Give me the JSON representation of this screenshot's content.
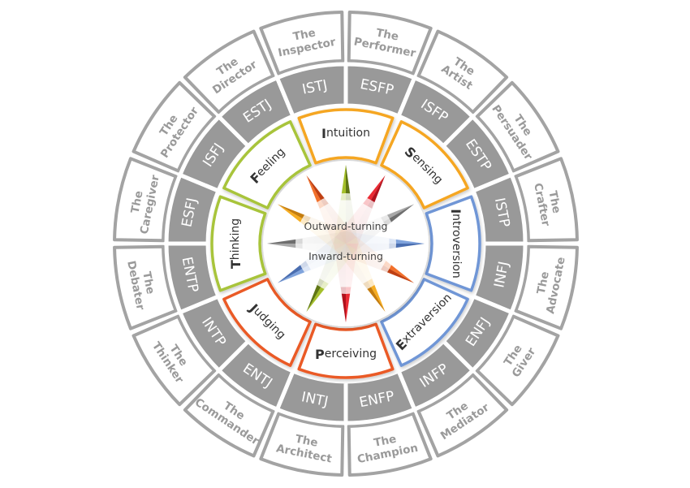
{
  "outer_ring": [
    {
      "line1": "The",
      "line2": "Performer",
      "code": "ESFP"
    },
    {
      "line1": "The",
      "line2": "Artist",
      "code": "ISFP"
    },
    {
      "line1": "The",
      "line2": "Persuader",
      "code": "ESTP"
    },
    {
      "line1": "The",
      "line2": "Crafter",
      "code": "ISTP"
    },
    {
      "line1": "The",
      "line2": "Advocate",
      "code": "INFJ"
    },
    {
      "line1": "The",
      "line2": "Giver",
      "code": "ENFJ"
    },
    {
      "line1": "The",
      "line2": "Mediator",
      "code": "INFP"
    },
    {
      "line1": "The",
      "line2": "Champion",
      "code": "ENFP"
    },
    {
      "line1": "The",
      "line2": "Architect",
      "code": "INTJ"
    },
    {
      "line1": "The",
      "line2": "Commander",
      "code": "ENTJ"
    },
    {
      "line1": "The",
      "line2": "Thinker",
      "code": "INTP"
    },
    {
      "line1": "The",
      "line2": "Debater",
      "code": "ENTP"
    },
    {
      "line1": "The",
      "line2": "Caregiver",
      "code": "ESFJ"
    },
    {
      "line1": "The",
      "line2": "Protector",
      "code": "ISFJ"
    },
    {
      "line1": "The",
      "line2": "Director",
      "code": "ESTJ"
    },
    {
      "line1": "The",
      "line2": "Inspector",
      "code": "ISTJ"
    }
  ],
  "inner_ring": [
    {
      "label": "Intuition",
      "color": "#f5a623"
    },
    {
      "label": "Sensing",
      "color": "#f5a623"
    },
    {
      "label": "Introversion",
      "color": "#6f96d6"
    },
    {
      "label": "Extraversion",
      "color": "#6f96d6"
    },
    {
      "label": "Perceiving",
      "color": "#ea5a25"
    },
    {
      "label": "Judging",
      "color": "#ea5a25"
    },
    {
      "label": "Thinking",
      "color": "#a8c43a"
    },
    {
      "label": "Feeling",
      "color": "#a8c43a"
    }
  ],
  "center": {
    "top": "Outward-turning",
    "bottom": "Inward-turning"
  },
  "colors": {
    "outer_border": "#a3a3a3",
    "outer_text": "#9a9a9a",
    "code_ring": "#999999"
  },
  "compass_points": [
    {
      "light": "#a4bf2a",
      "dark": "#5f7614"
    },
    {
      "light": "#ea2a33",
      "dark": "#b0111c"
    },
    {
      "light": "#a8a8a8",
      "dark": "#6e6e6e"
    },
    {
      "light": "#7fa3dc",
      "dark": "#4a6eb0"
    },
    {
      "light": "#f2702a",
      "dark": "#bf3f12"
    },
    {
      "light": "#f6ad22",
      "dark": "#c47c0e"
    },
    {
      "light": "#ea2a33",
      "dark": "#b0111c"
    },
    {
      "light": "#a4bf2a",
      "dark": "#5f7614"
    },
    {
      "light": "#7fa3dc",
      "dark": "#4a6eb0"
    },
    {
      "light": "#a8a8a8",
      "dark": "#6e6e6e"
    },
    {
      "light": "#f6ad22",
      "dark": "#c47c0e"
    },
    {
      "light": "#f2702a",
      "dark": "#bf3f12"
    }
  ]
}
